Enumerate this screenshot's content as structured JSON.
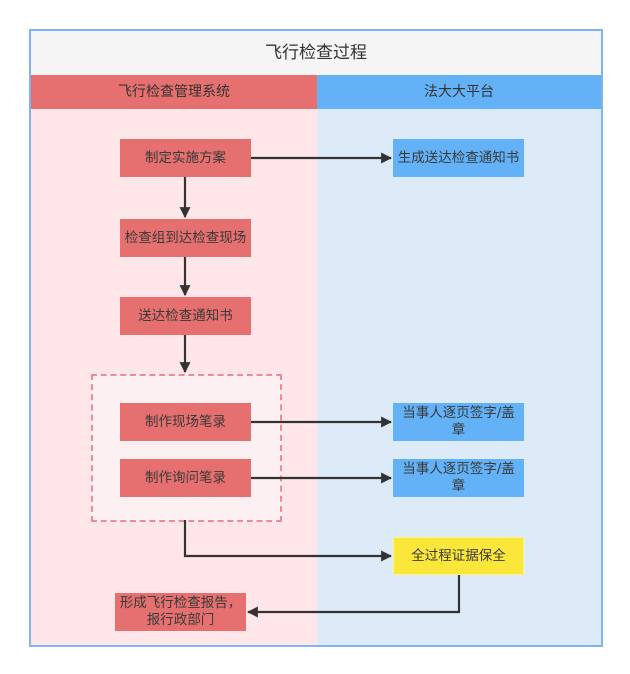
{
  "diagram": {
    "title": "飞行检查过程",
    "lanes": [
      {
        "id": "left",
        "label": "飞行检查管理系统",
        "color": "#e5706f"
      },
      {
        "id": "right",
        "label": "法大大平台",
        "color": "#63b1f6"
      }
    ],
    "nodes": {
      "make_plan": "制定实施方案",
      "generate_notice": "生成送达检查通知书",
      "team_arrive": "检查组到达检查现场",
      "deliver_notice": "送达检查通知书",
      "site_record": "制作现场笔录",
      "inquiry_record": "制作询问笔录",
      "sign_site": "当事人逐页签字/盖章",
      "sign_inquiry": "当事人逐页签字/盖章",
      "evidence": "全过程证据保全",
      "report": "形成飞行检查报告，报行政部门"
    },
    "edges": [
      {
        "from": "make_plan",
        "to": "generate_notice"
      },
      {
        "from": "make_plan",
        "to": "team_arrive"
      },
      {
        "from": "team_arrive",
        "to": "deliver_notice"
      },
      {
        "from": "deliver_notice",
        "to": "record_group"
      },
      {
        "from": "site_record",
        "to": "sign_site"
      },
      {
        "from": "inquiry_record",
        "to": "sign_inquiry"
      },
      {
        "from": "record_group",
        "to": "evidence"
      },
      {
        "from": "evidence",
        "to": "report"
      }
    ],
    "colors": {
      "system_node": "#e5706f",
      "platform_node": "#63b1f6",
      "evidence_node": "#fbe63a",
      "frame": "#7fb4ee",
      "arrow": "#333333"
    }
  }
}
